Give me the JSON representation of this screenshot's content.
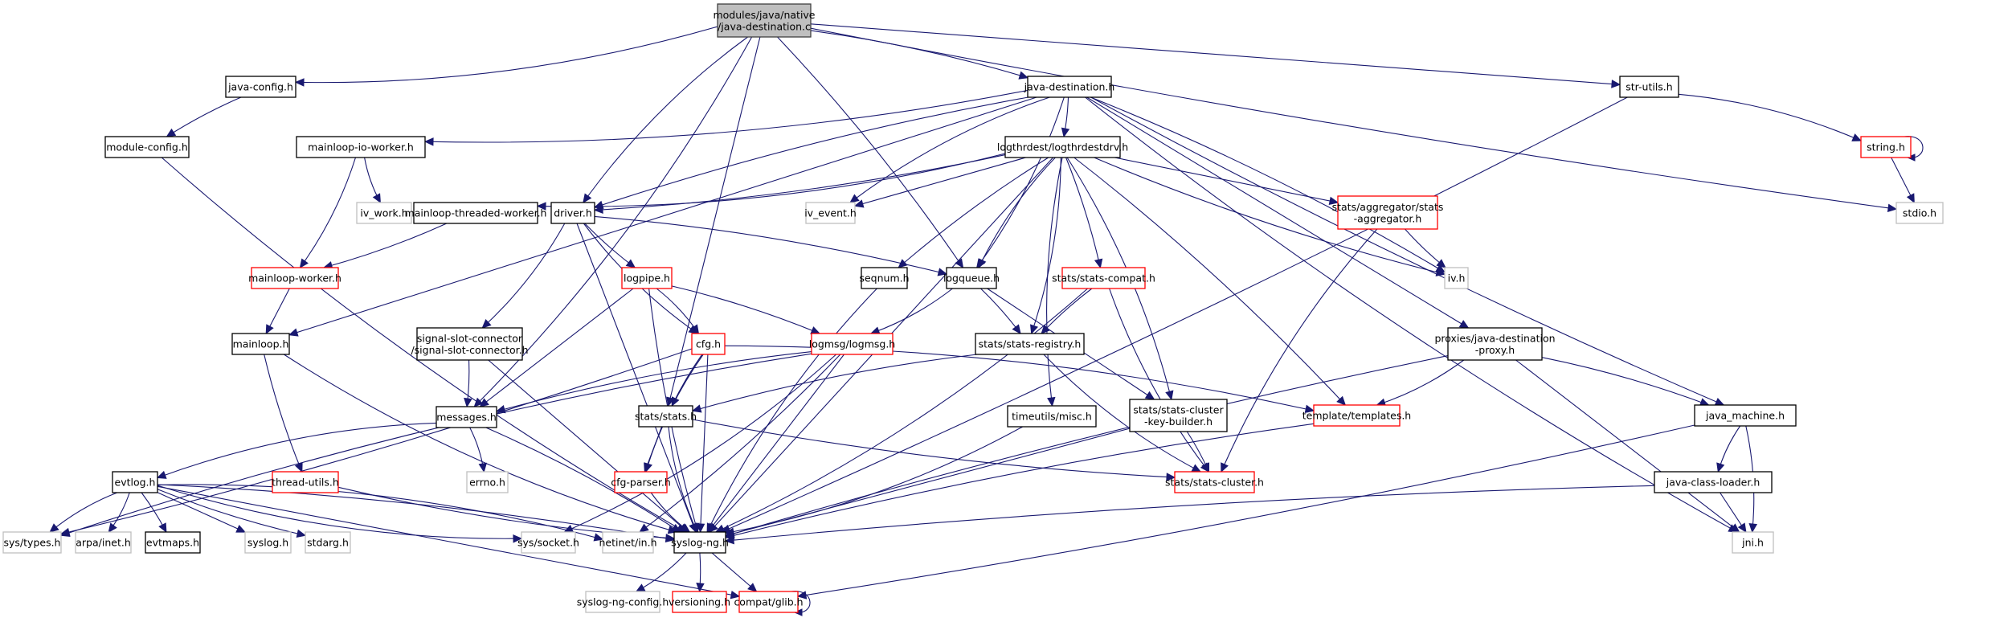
{
  "graph": {
    "title": "modules/java/native/java-destination.c include dependency graph",
    "colors": {
      "edge": "#191970",
      "root_fill": "#bfbfbf",
      "normal_border": "#000000",
      "truncated_border": "#ff0000",
      "system_border": "#bfbfbf"
    },
    "nodes": [
      {
        "id": "root",
        "label": [
          "modules/java/native",
          "/java-destination.c"
        ],
        "kind": "root"
      },
      {
        "id": "java-config",
        "label": [
          "java-config.h"
        ],
        "kind": "normal"
      },
      {
        "id": "java-destination",
        "label": [
          "java-destination.h"
        ],
        "kind": "normal"
      },
      {
        "id": "str-utils",
        "label": [
          "str-utils.h"
        ],
        "kind": "normal"
      },
      {
        "id": "module-config",
        "label": [
          "module-config.h"
        ],
        "kind": "normal"
      },
      {
        "id": "mainloop-io-worker",
        "label": [
          "mainloop-io-worker.h"
        ],
        "kind": "normal"
      },
      {
        "id": "logthrdestdrv",
        "label": [
          "logthrdest/logthrdestdrv.h"
        ],
        "kind": "normal"
      },
      {
        "id": "string",
        "label": [
          "string.h"
        ],
        "kind": "truncated"
      },
      {
        "id": "iv_work",
        "label": [
          "iv_work.h"
        ],
        "kind": "system"
      },
      {
        "id": "mainloop-threaded-worker",
        "label": [
          "mainloop-threaded-worker.h"
        ],
        "kind": "normal"
      },
      {
        "id": "driver",
        "label": [
          "driver.h"
        ],
        "kind": "normal"
      },
      {
        "id": "iv_event",
        "label": [
          "iv_event.h"
        ],
        "kind": "system"
      },
      {
        "id": "stats-aggregator",
        "label": [
          "stats/aggregator/stats",
          "-aggregator.h"
        ],
        "kind": "truncated"
      },
      {
        "id": "stdio",
        "label": [
          "stdio.h"
        ],
        "kind": "system"
      },
      {
        "id": "mainloop-worker",
        "label": [
          "mainloop-worker.h"
        ],
        "kind": "truncated"
      },
      {
        "id": "logpipe",
        "label": [
          "logpipe.h"
        ],
        "kind": "truncated"
      },
      {
        "id": "seqnum",
        "label": [
          "seqnum.h"
        ],
        "kind": "normal"
      },
      {
        "id": "logqueue",
        "label": [
          "logqueue.h"
        ],
        "kind": "normal"
      },
      {
        "id": "stats-compat",
        "label": [
          "stats/stats-compat.h"
        ],
        "kind": "truncated"
      },
      {
        "id": "iv",
        "label": [
          "iv.h"
        ],
        "kind": "system"
      },
      {
        "id": "mainloop",
        "label": [
          "mainloop.h"
        ],
        "kind": "normal"
      },
      {
        "id": "signal-slot-connector",
        "label": [
          "signal-slot-connector",
          "/signal-slot-connector.h"
        ],
        "kind": "normal"
      },
      {
        "id": "cfg",
        "label": [
          "cfg.h"
        ],
        "kind": "truncated"
      },
      {
        "id": "logmsg",
        "label": [
          "logmsg/logmsg.h"
        ],
        "kind": "truncated"
      },
      {
        "id": "stats-registry",
        "label": [
          "stats/stats-registry.h"
        ],
        "kind": "normal"
      },
      {
        "id": "java-destination-proxy",
        "label": [
          "proxies/java-destination",
          "-proxy.h"
        ],
        "kind": "normal"
      },
      {
        "id": "messages",
        "label": [
          "messages.h"
        ],
        "kind": "normal"
      },
      {
        "id": "stats",
        "label": [
          "stats/stats.h"
        ],
        "kind": "normal"
      },
      {
        "id": "timeutils-misc",
        "label": [
          "timeutils/misc.h"
        ],
        "kind": "normal"
      },
      {
        "id": "stats-cluster-key-builder",
        "label": [
          "stats/stats-cluster",
          "-key-builder.h"
        ],
        "kind": "normal"
      },
      {
        "id": "templates",
        "label": [
          "template/templates.h"
        ],
        "kind": "truncated"
      },
      {
        "id": "java_machine",
        "label": [
          "java_machine.h"
        ],
        "kind": "normal"
      },
      {
        "id": "evtlog",
        "label": [
          "evtlog.h"
        ],
        "kind": "normal"
      },
      {
        "id": "thread-utils",
        "label": [
          "thread-utils.h"
        ],
        "kind": "truncated"
      },
      {
        "id": "errno",
        "label": [
          "errno.h"
        ],
        "kind": "system"
      },
      {
        "id": "cfg-parser",
        "label": [
          "cfg-parser.h"
        ],
        "kind": "truncated"
      },
      {
        "id": "stats-cluster",
        "label": [
          "stats/stats-cluster.h"
        ],
        "kind": "truncated"
      },
      {
        "id": "java-class-loader",
        "label": [
          "java-class-loader.h"
        ],
        "kind": "normal"
      },
      {
        "id": "sys-types",
        "label": [
          "sys/types.h"
        ],
        "kind": "system"
      },
      {
        "id": "arpa-inet",
        "label": [
          "arpa/inet.h"
        ],
        "kind": "system"
      },
      {
        "id": "evtmaps",
        "label": [
          "evtmaps.h"
        ],
        "kind": "normal"
      },
      {
        "id": "syslog",
        "label": [
          "syslog.h"
        ],
        "kind": "system"
      },
      {
        "id": "stdarg",
        "label": [
          "stdarg.h"
        ],
        "kind": "system"
      },
      {
        "id": "sys-socket",
        "label": [
          "sys/socket.h"
        ],
        "kind": "system"
      },
      {
        "id": "netinet-in",
        "label": [
          "netinet/in.h"
        ],
        "kind": "system"
      },
      {
        "id": "syslog-ng",
        "label": [
          "syslog-ng.h"
        ],
        "kind": "normal"
      },
      {
        "id": "jni",
        "label": [
          "jni.h"
        ],
        "kind": "system"
      },
      {
        "id": "syslog-ng-config",
        "label": [
          "syslog-ng-config.h"
        ],
        "kind": "system"
      },
      {
        "id": "versioning",
        "label": [
          "versioning.h"
        ],
        "kind": "truncated"
      },
      {
        "id": "compat-glib",
        "label": [
          "compat/glib.h"
        ],
        "kind": "truncated"
      }
    ],
    "edges": [
      [
        "root",
        "java-config"
      ],
      [
        "root",
        "java-destination"
      ],
      [
        "root",
        "str-utils"
      ],
      [
        "root",
        "stdio"
      ],
      [
        "root",
        "driver"
      ],
      [
        "root",
        "messages"
      ],
      [
        "root",
        "logqueue"
      ],
      [
        "root",
        "stats"
      ],
      [
        "java-config",
        "module-config"
      ],
      [
        "module-config",
        "syslog-ng"
      ],
      [
        "java-destination",
        "mainloop-io-worker"
      ],
      [
        "java-destination",
        "logthrdestdrv"
      ],
      [
        "java-destination",
        "mainloop"
      ],
      [
        "java-destination",
        "driver"
      ],
      [
        "java-destination",
        "iv_event"
      ],
      [
        "java-destination",
        "logqueue"
      ],
      [
        "java-destination",
        "iv"
      ],
      [
        "java-destination",
        "java-destination-proxy"
      ],
      [
        "java-destination",
        "java_machine"
      ],
      [
        "java-destination",
        "jni"
      ],
      [
        "str-utils",
        "string"
      ],
      [
        "str-utils",
        "syslog-ng"
      ],
      [
        "string",
        "stdio"
      ],
      [
        "string",
        "string"
      ],
      [
        "mainloop-io-worker",
        "iv_work"
      ],
      [
        "mainloop-io-worker",
        "mainloop-worker"
      ],
      [
        "mainloop-threaded-worker",
        "mainloop-worker"
      ],
      [
        "mainloop-worker",
        "mainloop"
      ],
      [
        "mainloop",
        "thread-utils"
      ],
      [
        "mainloop",
        "syslog-ng"
      ],
      [
        "logthrdestdrv",
        "mainloop-threaded-worker"
      ],
      [
        "logthrdestdrv",
        "driver"
      ],
      [
        "logthrdestdrv",
        "iv_event"
      ],
      [
        "logthrdestdrv",
        "seqnum"
      ],
      [
        "logthrdestdrv",
        "logqueue"
      ],
      [
        "logthrdestdrv",
        "stats-registry"
      ],
      [
        "logthrdestdrv",
        "stats-compat"
      ],
      [
        "logthrdestdrv",
        "stats-aggregator"
      ],
      [
        "logthrdestdrv",
        "iv"
      ],
      [
        "logthrdestdrv",
        "timeutils-misc"
      ],
      [
        "logthrdestdrv",
        "stats-cluster-key-builder"
      ],
      [
        "logthrdestdrv",
        "templates"
      ],
      [
        "logthrdestdrv",
        "syslog-ng"
      ],
      [
        "driver",
        "logpipe"
      ],
      [
        "driver",
        "cfg"
      ],
      [
        "driver",
        "signal-slot-connector"
      ],
      [
        "driver",
        "logqueue"
      ],
      [
        "driver",
        "syslog-ng"
      ],
      [
        "stats-aggregator",
        "iv"
      ],
      [
        "stats-aggregator",
        "stats-cluster"
      ],
      [
        "logpipe",
        "cfg"
      ],
      [
        "logpipe",
        "logmsg"
      ],
      [
        "logpipe",
        "messages"
      ],
      [
        "logpipe",
        "syslog-ng"
      ],
      [
        "seqnum",
        "syslog-ng"
      ],
      [
        "logqueue",
        "logmsg"
      ],
      [
        "logqueue",
        "stats-registry"
      ],
      [
        "logqueue",
        "stats-cluster-key-builder"
      ],
      [
        "stats-compat",
        "stats-registry"
      ],
      [
        "stats-compat",
        "stats-cluster"
      ],
      [
        "stats-compat",
        "syslog-ng"
      ],
      [
        "signal-slot-connector",
        "messages"
      ],
      [
        "signal-slot-connector",
        "syslog-ng"
      ],
      [
        "cfg",
        "stats"
      ],
      [
        "cfg",
        "cfg-parser"
      ],
      [
        "cfg",
        "templates"
      ],
      [
        "cfg",
        "sys-types"
      ],
      [
        "cfg",
        "syslog-ng"
      ],
      [
        "logmsg",
        "messages"
      ],
      [
        "logmsg",
        "sys-types"
      ],
      [
        "logmsg",
        "sys-socket"
      ],
      [
        "logmsg",
        "netinet-in"
      ],
      [
        "logmsg",
        "syslog-ng"
      ],
      [
        "stats-registry",
        "stats"
      ],
      [
        "stats-registry",
        "stats-cluster"
      ],
      [
        "java-destination-proxy",
        "templates"
      ],
      [
        "java-destination-proxy",
        "java_machine"
      ],
      [
        "java-destination-proxy",
        "jni"
      ],
      [
        "java-destination-proxy",
        "syslog-ng"
      ],
      [
        "messages",
        "evtlog"
      ],
      [
        "messages",
        "errno"
      ],
      [
        "messages",
        "syslog-ng"
      ],
      [
        "stats",
        "cfg-parser"
      ],
      [
        "stats",
        "stats-cluster"
      ],
      [
        "stats",
        "syslog-ng"
      ],
      [
        "timeutils-misc",
        "syslog-ng"
      ],
      [
        "stats-cluster-key-builder",
        "stats-cluster"
      ],
      [
        "stats-cluster-key-builder",
        "syslog-ng"
      ],
      [
        "templates",
        "syslog-ng"
      ],
      [
        "java_machine",
        "java-class-loader"
      ],
      [
        "java_machine",
        "jni"
      ],
      [
        "java_machine",
        "compat-glib"
      ],
      [
        "java-class-loader",
        "jni"
      ],
      [
        "java-class-loader",
        "syslog-ng"
      ],
      [
        "evtlog",
        "sys-types"
      ],
      [
        "evtlog",
        "arpa-inet"
      ],
      [
        "evtlog",
        "evtmaps"
      ],
      [
        "evtlog",
        "syslog"
      ],
      [
        "evtlog",
        "stdarg"
      ],
      [
        "evtlog",
        "sys-socket"
      ],
      [
        "evtlog",
        "netinet-in"
      ],
      [
        "evtlog",
        "syslog-ng"
      ],
      [
        "evtlog",
        "compat-glib"
      ],
      [
        "thread-utils",
        "syslog-ng"
      ],
      [
        "cfg-parser",
        "syslog-ng"
      ],
      [
        "syslog-ng",
        "syslog-ng-config"
      ],
      [
        "syslog-ng",
        "versioning"
      ],
      [
        "syslog-ng",
        "compat-glib"
      ],
      [
        "compat-glib",
        "compat-glib"
      ]
    ]
  }
}
